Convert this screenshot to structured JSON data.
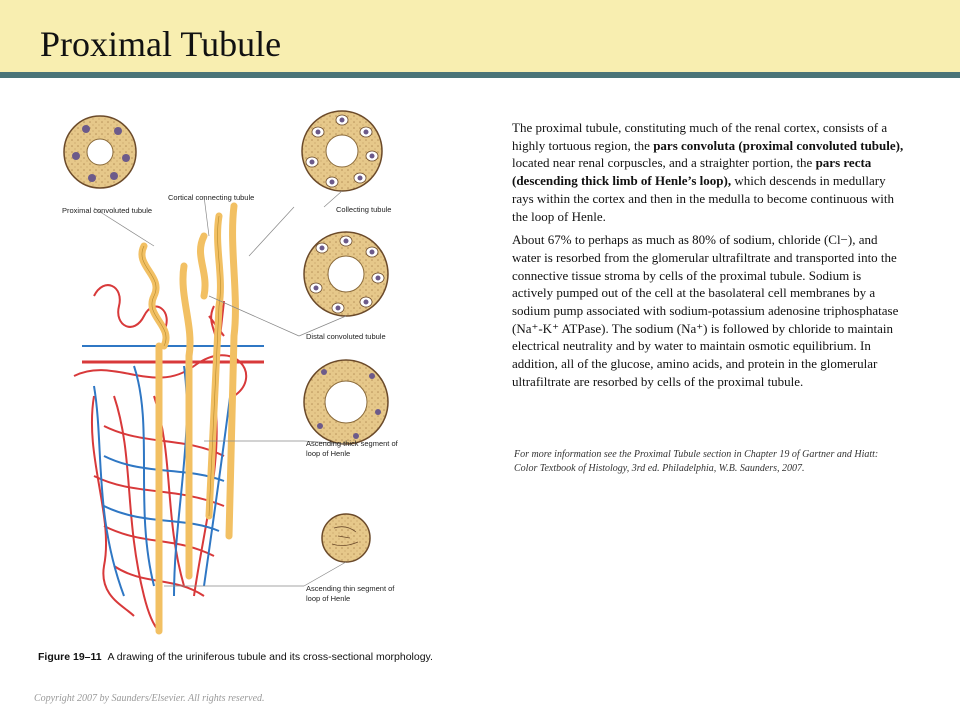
{
  "slide": {
    "title": "Proximal Tubule",
    "paragraph1": {
      "t1": "The proximal tubule, constituting much of the renal cortex, consists of a highly tortuous region, the ",
      "b1": "pars convoluta (proximal convoluted tubule),",
      "t2": " located near renal corpuscles, and a straighter portion, the ",
      "b2": "pars recta (descending thick limb of Henle’s loop),",
      "t3": " which descends in medullary rays within the cortex and then in the medulla to become continuous with the loop of Henle."
    },
    "paragraph2": "About 67% to perhaps as much as 80% of sodium, chloride (Cl−), and water is resorbed from the glomerular ultrafiltrate and transported into the connective tissue stroma by cells of the proximal tubule. Sodium is actively pumped out of the cell at the basolateral cell membranes by a sodium pump associated with sodium-potassium adenosine triphosphatase (Na⁺-K⁺ ATPase). The sodium (Na⁺) is followed by chloride to maintain electrical neutrality and by water to maintain osmotic equilibrium. In addition, all of the glucose, amino acids, and protein in the glomerular ultrafiltrate are resorbed by cells of the proximal tubule.",
    "note": "For more information see the Proximal Tubule section in Chapter 19 of Gartner and Hiatt: Color Textbook of Histology, 3rd ed. Philadelphia, W.B. Saunders, 2007.",
    "caption": {
      "label": "Figure 19–11",
      "text": "A drawing of the uriniferous tubule and its cross-sectional morphology."
    },
    "copyright": "Copyright 2007 by Saunders/Elsevier. All rights reserved."
  },
  "figure_labels": {
    "proximal": "Proximal convoluted tubule",
    "cortical": "Cortical connecting tubule",
    "collecting": "Collecting tubule",
    "distal": "Distal convoluted tubule",
    "thick1": "Ascending thick segment of",
    "thick2": "loop of Henle",
    "thin1": "Ascending thin segment of",
    "thin2": "loop of Henle"
  },
  "colors": {
    "header_bg": "#f8eeb0",
    "header_rule": "#4a7478",
    "tubule": "#f2c063",
    "artery": "#d8393a",
    "vein": "#2f77c4",
    "cell": "#e2c384"
  }
}
